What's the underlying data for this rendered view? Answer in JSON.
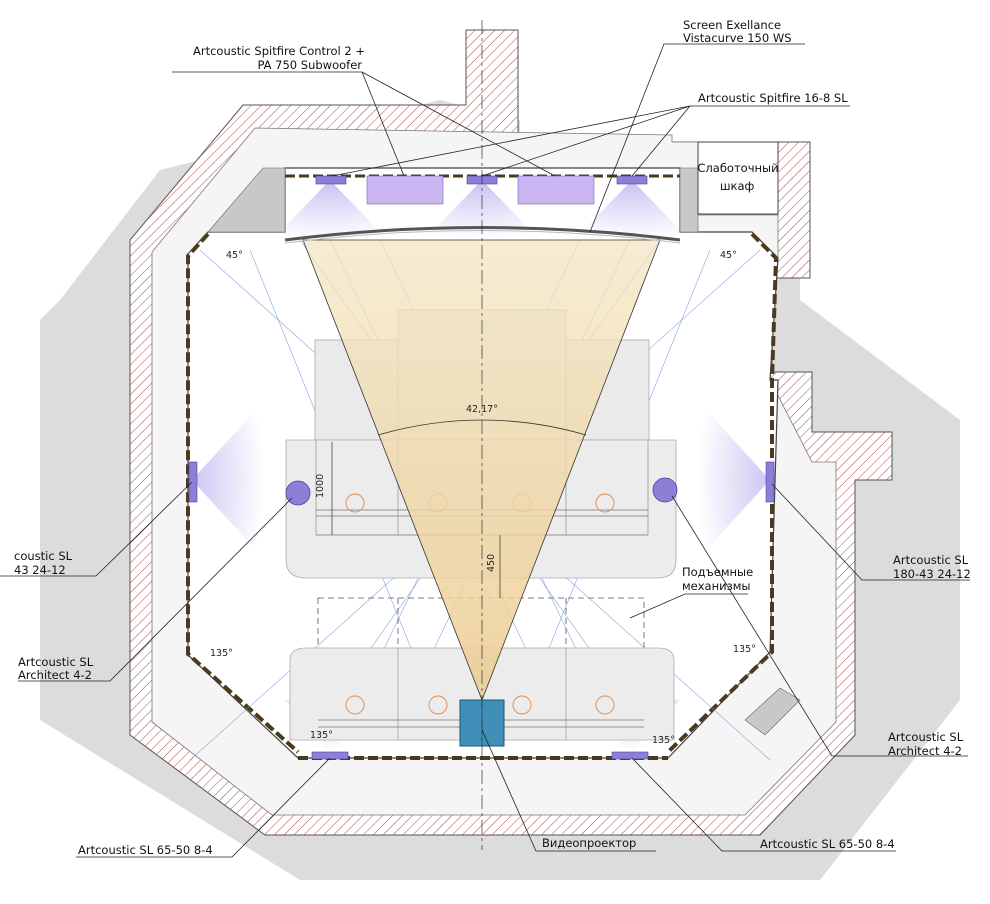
{
  "labels": {
    "spitfire_control_line1": "Artcoustic Spitfire Control 2 +",
    "spitfire_control_line2": "PA 750 Subwoofer",
    "screen_line1": "Screen Exellance",
    "screen_line2": "Vistacurve 150 WS",
    "spitfire_16": "Artcoustic Spitfire 16-8 SL",
    "cabinet_line1": "Слаботочный",
    "cabinet_line2": "шкаф",
    "left_sl_line1": "coustic SL",
    "left_sl_line2": "43 24-12",
    "right_sl_line1": "Artcoustic SL",
    "right_sl_line2": "180-43 24-12",
    "left_arch_line1": "Artcoustic SL",
    "left_arch_line2": "Architect 4-2",
    "right_arch_line1": "Artcoustic SL",
    "right_arch_line2": "Architect 4-2",
    "lifts_line1": "Подъемные",
    "lifts_line2": "механизмы",
    "bottom_left_sl": "Artcoustic SL 65-50 8-4",
    "bottom_right_sl": "Artcoustic SL 65-50 8-4",
    "projector": "Видеопроектор"
  },
  "dimensions": {
    "angle_45_left": "45°",
    "angle_45_right": "45°",
    "projection_angle": "42,17°",
    "row_depth": "1000",
    "row_gap": "450",
    "angle_135_left_upper": "135°",
    "angle_135_right_upper": "135°",
    "angle_135_left_lower": "135°",
    "angle_135_right_lower": "135°"
  },
  "colors": {
    "wall_hatch": "#b04a4a",
    "speaker": "#8b7fd6",
    "subwoofer": "#c9b6f0",
    "projector": "#3f8fb8",
    "projection_cone": "#f2dcb0",
    "seat": "#e8e8e8",
    "shadow": "#d6d6d6"
  }
}
